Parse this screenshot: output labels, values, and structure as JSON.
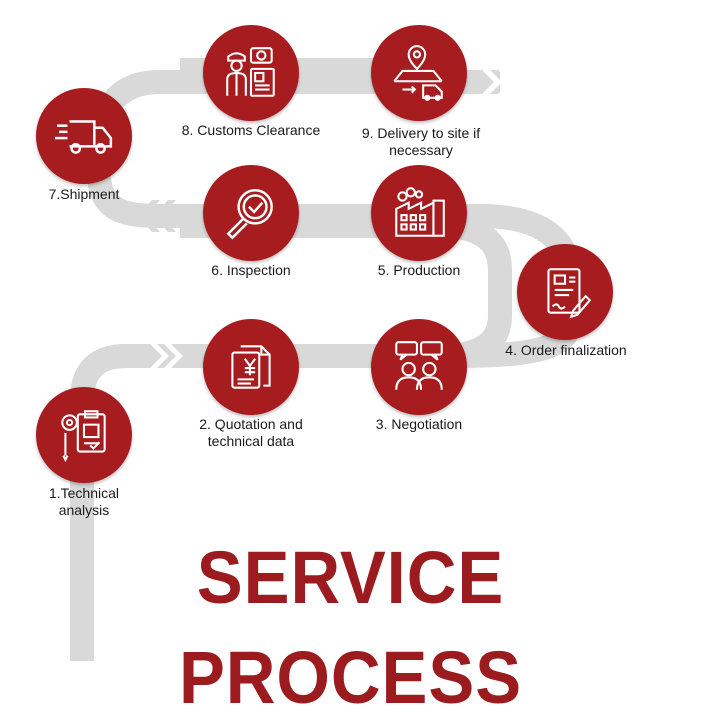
{
  "title": "SERVICE PROCESS",
  "colors": {
    "accent": "#a61c1f",
    "path": "#d9d9d9",
    "text": "#1a1a1a"
  },
  "steps": [
    {
      "label": "1.Technical\nanalysis",
      "icon": "clipboard-gear-icon"
    },
    {
      "label": "2. Quotation and\ntechnical data",
      "icon": "yen-document-icon"
    },
    {
      "label": "3. Negotiation",
      "icon": "people-chat-icon"
    },
    {
      "label": "4. Order finalization",
      "icon": "contract-sign-icon"
    },
    {
      "label": "5. Production",
      "icon": "factory-icon"
    },
    {
      "label": "6. Inspection",
      "icon": "magnifier-check-icon"
    },
    {
      "label": "7.Shipment",
      "icon": "delivery-truck-icon"
    },
    {
      "label": "8. Customs Clearance",
      "icon": "customs-officer-icon"
    },
    {
      "label": "9. Delivery to site if\nnecessary",
      "icon": "location-truck-icon"
    }
  ]
}
